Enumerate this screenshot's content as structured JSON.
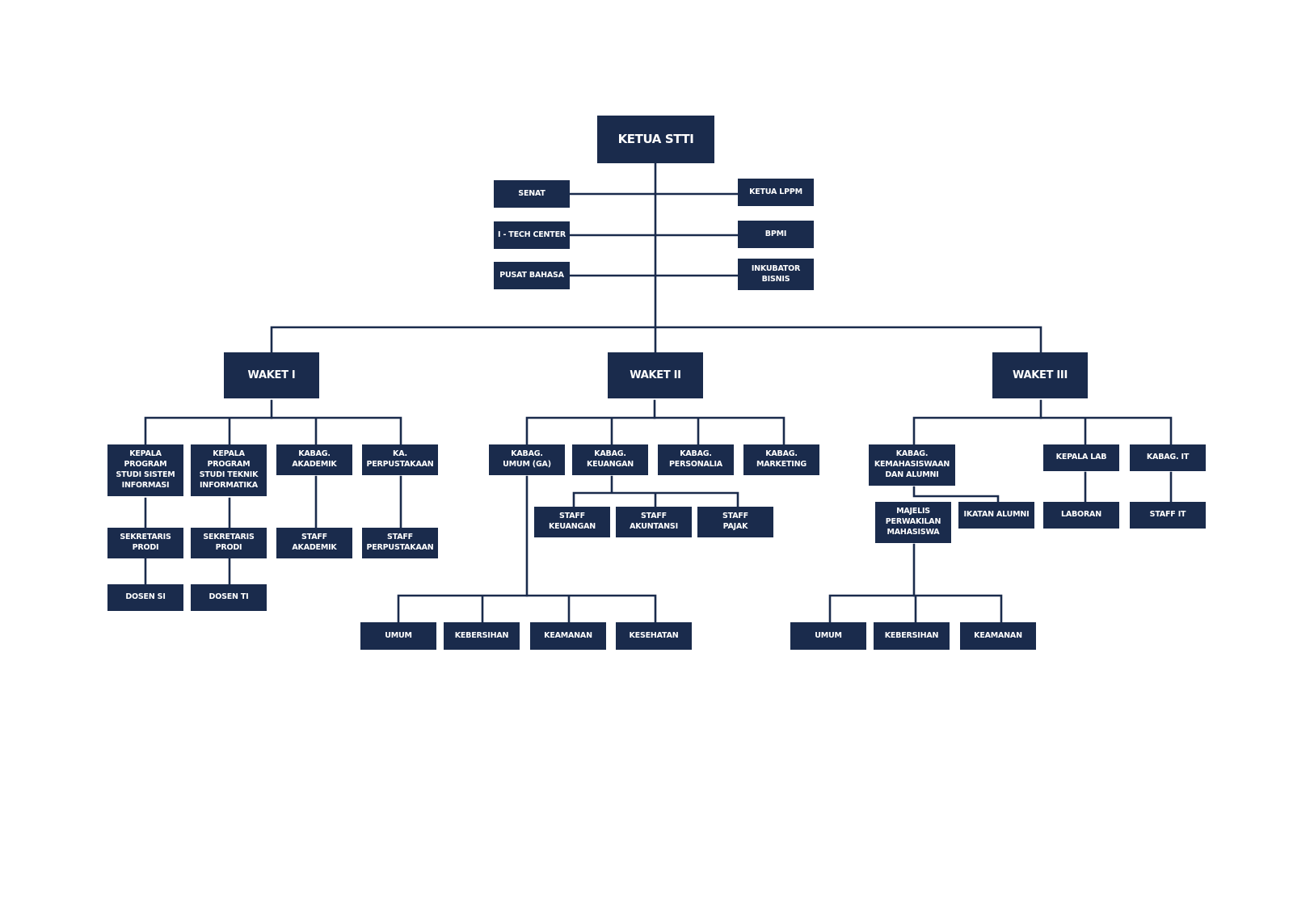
{
  "colors": {
    "box": "#1a2b4c",
    "line": "#1a2b4c",
    "text": "#ffffff",
    "background": "#ffffff"
  },
  "nodes": {
    "ketua": "KETUA STTI",
    "senat": "SENAT",
    "itech": "I - TECH CENTER",
    "pusat_bahasa": "PUSAT BAHASA",
    "ketua_lppm": "KETUA LPPM",
    "bpmi": "BPMI",
    "inkubator": "INKUBATOR\nBISNIS",
    "waket1": "WAKET I",
    "waket2": "WAKET II",
    "waket3": "WAKET III",
    "kaprodi_si": "KEPALA\nPROGRAM\nSTUDI SISTEM\nINFORMASI",
    "kaprodi_ti": "KEPALA\nPROGRAM\nSTUDI TEKNIK\nINFORMATIKA",
    "kabag_akademik": "KABAG.\nAKADEMIK",
    "ka_perpustakaan": "KA.\nPERPUSTAKAAN",
    "sekprodi_si": "SEKRETARIS\nPRODI",
    "sekprodi_ti": "SEKRETARIS\nPRODI",
    "staff_akademik": "STAFF\nAKADEMIK",
    "staff_perpustakaan": "STAFF\nPERPUSTAKAAN",
    "dosen_si": "DOSEN SI",
    "dosen_ti": "DOSEN TI",
    "kabag_umum": "KABAG.\nUMUM (GA)",
    "kabag_keuangan": "KABAG.\nKEUANGAN",
    "kabag_personalia": "KABAG.\nPERSONALIA",
    "kabag_marketing": "KABAG.\nMARKETING",
    "staff_keuangan": "STAFF\nKEUANGAN",
    "staff_akuntansi": "STAFF\nAKUNTANSI",
    "staff_pajak": "STAFF\nPAJAK",
    "umum_1": "UMUM",
    "kebersihan_1": "KEBERSIHAN",
    "keamanan_1": "KEAMANAN",
    "kesehatan": "KESEHATAN",
    "kabag_kemahasiswaan": "KABAG.\nKEMAHASISWAAN\nDAN ALUMNI",
    "kepala_lab": "KEPALA LAB",
    "kabag_it": "KABAG. IT",
    "majelis": "MAJELIS\nPERWAKILAN\nMAHASISWA",
    "ikatan_alumni": "IKATAN ALUMNI",
    "laboran": "LABORAN",
    "staff_it": "STAFF IT",
    "umum_3": "UMUM",
    "kebersihan_3": "KEBERSIHAN",
    "keamanan_3": "KEAMANAN"
  }
}
